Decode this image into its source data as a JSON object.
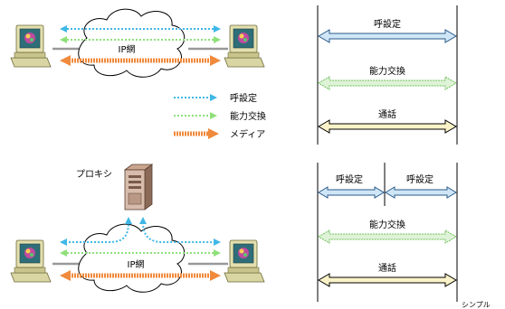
{
  "diagram": {
    "top": {
      "network_label": "IP網",
      "legend": [
        {
          "label": "呼設定",
          "color": "#3fb7e6",
          "style": "dotted"
        },
        {
          "label": "能力交換",
          "color": "#8fe07a",
          "style": "dotted"
        },
        {
          "label": "メディア",
          "color": "#f08a3c",
          "style": "thick"
        }
      ],
      "sequence": [
        {
          "label": "呼設定",
          "fill": "#cfe6f7"
        },
        {
          "label": "能力交換",
          "fill": "#dff3d8"
        },
        {
          "label": "通話",
          "fill": "#fbf3c8"
        }
      ]
    },
    "bottom": {
      "proxy_label": "プロキシ",
      "network_label": "IP網",
      "sequence_split": [
        {
          "label": "呼設定",
          "fill": "#cfe6f7"
        },
        {
          "label": "呼設定",
          "fill": "#cfe6f7"
        }
      ],
      "sequence": [
        {
          "label": "能力交換",
          "fill": "#dff3d8"
        },
        {
          "label": "通話",
          "fill": "#fbf3c8"
        }
      ]
    },
    "caption": "シンプル"
  }
}
